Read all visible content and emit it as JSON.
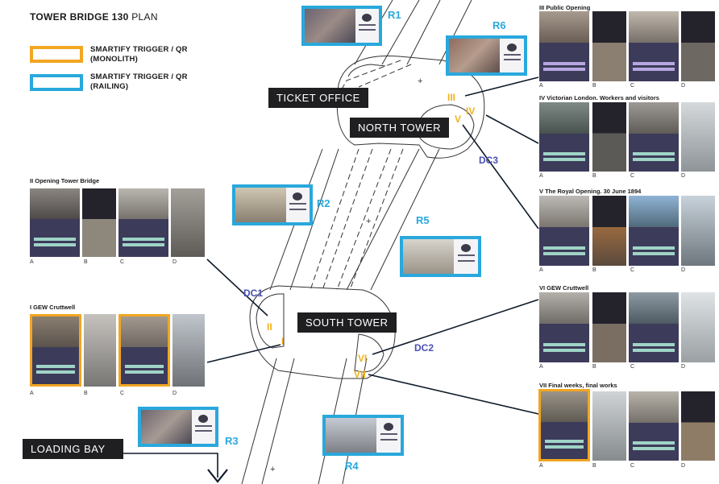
{
  "title": {
    "bold": "TOWER BRIDGE 130",
    "light": "PLAN"
  },
  "legend": [
    {
      "label_line1": "SMARTIFY TRIGGER / QR",
      "label_line2": "(MONOLITH)",
      "color": "#f2a622"
    },
    {
      "label_line1": "SMARTIFY TRIGGER / QR",
      "label_line2": "(RAILING)",
      "color": "#29a8dc"
    }
  ],
  "labels": {
    "ticket_office": "TICKET OFFICE",
    "north_tower": "NORTH TOWER",
    "south_tower": "SOUTH TOWER",
    "loading_bay": "LOADING BAY"
  },
  "markers": {
    "I": "I",
    "II": "II",
    "III": "III",
    "IV": "IV",
    "V": "V",
    "VI": "VI",
    "VII": "VII"
  },
  "dc": {
    "dc1": "DC1",
    "dc2": "DC2",
    "dc3": "DC3"
  },
  "railing": {
    "r1": "R1",
    "r2": "R2",
    "r3": "R3",
    "r4": "R4",
    "r5": "R5",
    "r6": "R6"
  },
  "plus": "+",
  "groups": {
    "g1": "I GEW Cruttwell",
    "g2": "II Opening Tower Bridge",
    "g3": "III  Public Opening",
    "g4": "IV  Victorian London. Workers and visitors",
    "g5": "V The Royal Opening. 30 June 1894",
    "g6": "VI GEW Cruttwell",
    "g7": "VII  Final weeks, final works"
  },
  "letters": {
    "a": "A",
    "b": "B",
    "c": "C",
    "d": "D"
  },
  "colors": {
    "monolith": "#f2a622",
    "railing": "#29a8dc",
    "marker": "#f2b21a",
    "dc": "#4a4fb5",
    "label_bg": "#1f1f21"
  }
}
